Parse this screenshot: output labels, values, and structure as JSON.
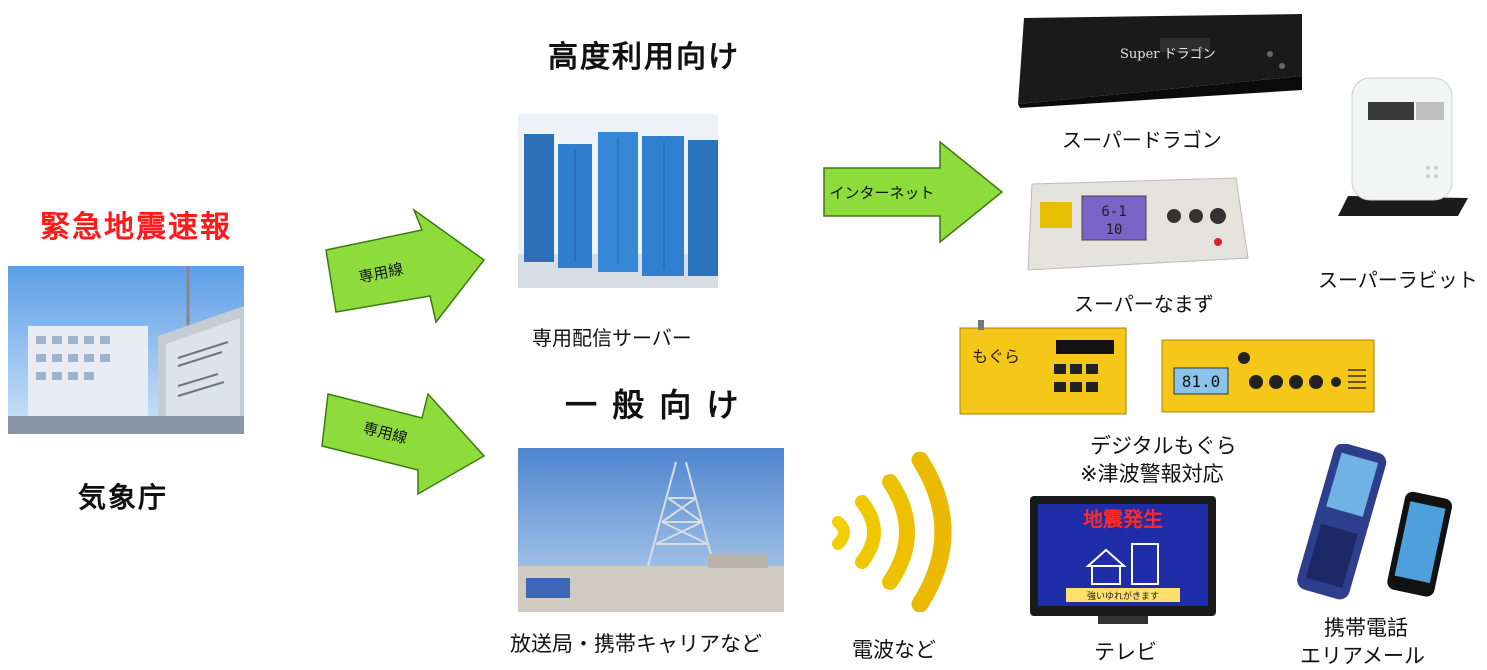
{
  "source": {
    "headline": "緊急地震速報",
    "name": "気象庁",
    "headline_color": "#ff0000"
  },
  "advanced": {
    "heading": "高度利用向け",
    "server_label": "専用配信サーバー"
  },
  "general": {
    "heading": "一 般 向 け",
    "broadcaster_label": "放送局・携帯キャリアなど"
  },
  "arrows": {
    "upper": "専用線",
    "lower": "専用線",
    "internet": "インターネット",
    "arrow_color": "#8ddc3c"
  },
  "radio_label": "電波など",
  "devices": {
    "super_dragon": {
      "label": "スーパードラゴン",
      "brand": "Super ドラゴン"
    },
    "super_namazu": {
      "label": "スーパーなまず",
      "display": "6-1\n10"
    },
    "super_rabbit": {
      "label": "スーパーラビット"
    },
    "digital_mogura": {
      "label_line1": "デジタルもぐら",
      "label_line2": "※津波警報対応",
      "junior_text": "もぐら",
      "display": "81.0"
    },
    "tv": {
      "label": "テレビ",
      "screen_title": "地震発生",
      "screen_caption": "強いゆれがきます"
    },
    "mobile": {
      "label_line1": "携帯電話",
      "label_line2": "エリアメール"
    }
  }
}
